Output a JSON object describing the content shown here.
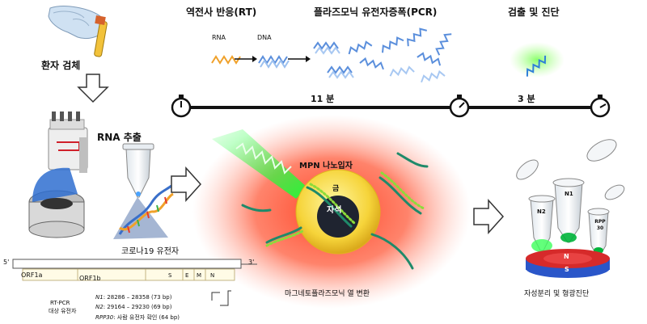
{
  "sample": {
    "label": "환자 검체"
  },
  "rna_extraction": {
    "label": "RNA 추출",
    "genome_label": "코로나19 유전자"
  },
  "timeline": {
    "steps": [
      {
        "label": "역전사 반응(RT)"
      },
      {
        "label": "플라즈모닉 유전자증폭(PCR)"
      },
      {
        "label": "검출 및 진단"
      }
    ],
    "durations": [
      "11 분",
      "3 분"
    ],
    "strand_labels": {
      "rna": "RNA",
      "dna": "DNA"
    }
  },
  "particle": {
    "title": "MPN 나노입자",
    "shell_label": "금",
    "core_label": "자석",
    "caption": "마그네토플라즈모닉 열 변환"
  },
  "detection": {
    "tube_labels": [
      "N1",
      "N2",
      "RPP 30"
    ],
    "magnet_labels": [
      "N",
      "S"
    ],
    "caption": "자성분리 및 형광진단"
  },
  "genome_map": {
    "five_prime": "5'",
    "three_prime": "3'",
    "genes": [
      "ORF1a",
      "ORF1b",
      "S",
      "E",
      "M",
      "N"
    ]
  },
  "targets": {
    "heading": [
      "RT-PCR",
      "대상 유전자"
    ],
    "lines": [
      {
        "gene": "N1",
        "detail": ": 28286 – 28358 (73 bp)"
      },
      {
        "gene": "N2",
        "detail": ": 29164 – 29230 (69 bp)"
      },
      {
        "gene": "RPP30",
        "detail": ": 사람 유전자 확인 (64 bp)"
      }
    ]
  }
}
